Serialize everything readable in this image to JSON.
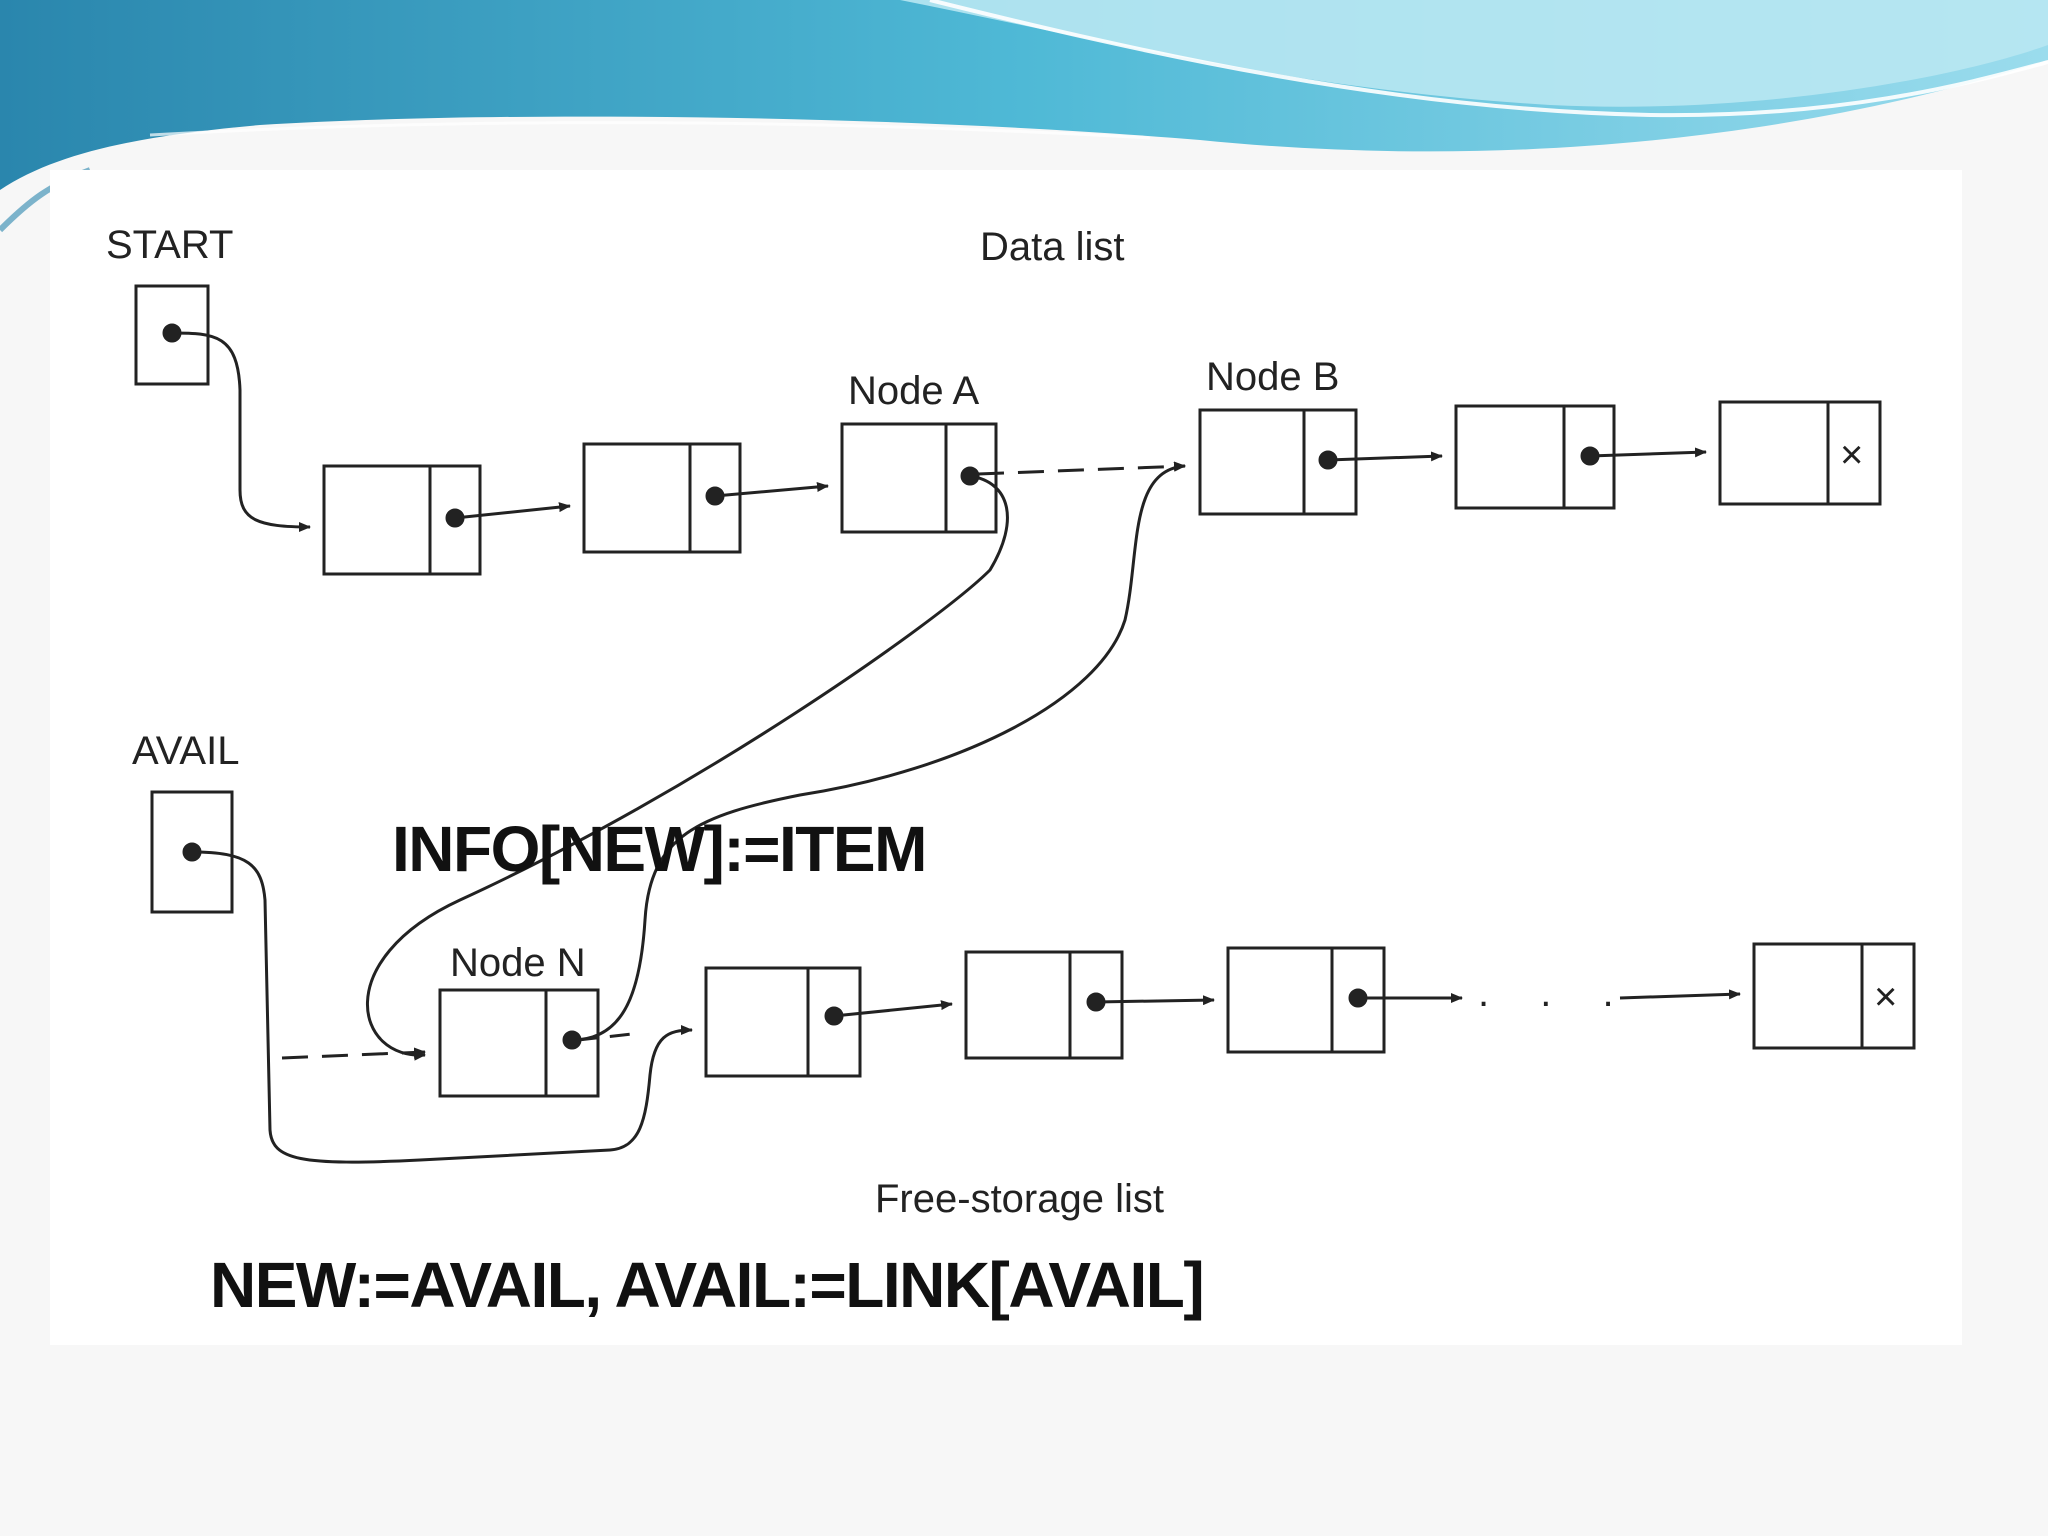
{
  "theme": {
    "accent": "#4fb9d6",
    "accent_light": "#9bdced",
    "accent_dark": "#2a86ad"
  },
  "diagram": {
    "labels": {
      "start": "START",
      "data_list": "Data list",
      "node_a": "Node A",
      "node_b": "Node B",
      "avail": "AVAIL",
      "node_n": "Node N",
      "free_storage": "Free-storage list"
    },
    "null_marker": "×",
    "ellipsis": ". . ."
  },
  "formulas": {
    "info": "INFO[NEW]:=ITEM",
    "new": "NEW:=AVAIL, AVAIL:=LINK[AVAIL]"
  }
}
